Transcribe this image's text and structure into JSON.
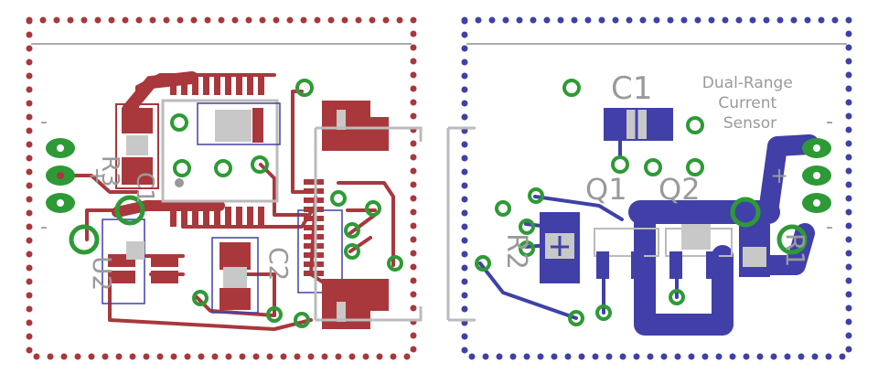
{
  "colors": {
    "top_copper": "#a8383c",
    "bottom_copper": "#4040a8",
    "via": "#2e9a36",
    "silkscreen": "#9a9a9a",
    "pad_silver": "#c8c8c8",
    "background": "#ffffff"
  },
  "left_board": {
    "layer": "top",
    "labels": {
      "r3": "R3",
      "c1": "C1",
      "u2": "U2",
      "c2": "C2",
      "minus_top": "-",
      "plus_mid": "+",
      "minus_bottom": "-"
    }
  },
  "right_board": {
    "layer": "bottom",
    "labels": {
      "c1": "C1",
      "q1": "Q1",
      "q2": "Q2",
      "r2": "R2",
      "r1": "R1",
      "minus_top": "-",
      "plus_mid": "+",
      "minus_bottom": "-"
    },
    "title_lines": [
      "Dual-Range",
      "Current",
      "Sensor"
    ]
  }
}
